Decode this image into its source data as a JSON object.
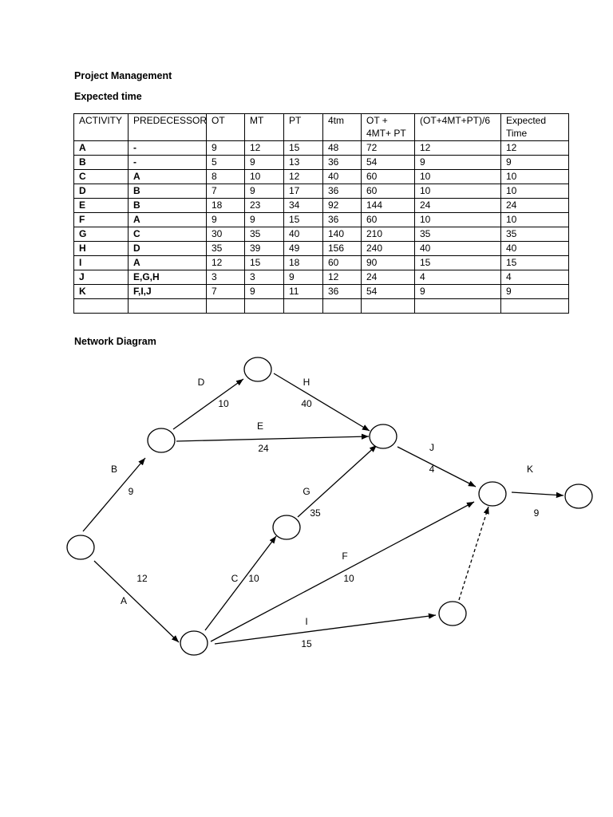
{
  "title": "Project Management",
  "subtitle": "Expected time",
  "table": {
    "headers": [
      "ACTIVITY",
      "PREDECESSOR",
      "OT",
      "MT",
      "PT",
      "4tm",
      "OT +\n4MT+ PT",
      "(OT+4MT+PT)/6",
      "Expected\nTime"
    ],
    "rows": [
      [
        "A",
        "-",
        "9",
        "12",
        "15",
        "48",
        "72",
        "12",
        "12"
      ],
      [
        "B",
        "-",
        "5",
        "9",
        "13",
        "36",
        "54",
        "9",
        "9"
      ],
      [
        "C",
        "A",
        "8",
        "10",
        "12",
        "40",
        "60",
        "10",
        "10"
      ],
      [
        "D",
        "B",
        "7",
        "9",
        "17",
        "36",
        "60",
        "10",
        "10"
      ],
      [
        "E",
        "B",
        "18",
        "23",
        "34",
        "92",
        "144",
        "24",
        "24"
      ],
      [
        "F",
        "A",
        "9",
        "9",
        "15",
        "36",
        "60",
        "10",
        "10"
      ],
      [
        "G",
        "C",
        "30",
        "35",
        "40",
        "140",
        "210",
        "35",
        "35"
      ],
      [
        "H",
        "D",
        "35",
        "39",
        "49",
        "156",
        "240",
        "40",
        "40"
      ],
      [
        "I",
        "A",
        "12",
        "15",
        "18",
        "60",
        "90",
        "15",
        "15"
      ],
      [
        "J",
        "E,G,H",
        "3",
        "3",
        "9",
        "12",
        "24",
        "4",
        "4"
      ],
      [
        "K",
        "F,I,J",
        "7",
        "9",
        "11",
        "36",
        "54",
        "9",
        "9"
      ],
      [
        "",
        "",
        "",
        "",
        "",
        "",
        "",
        "",
        ""
      ]
    ]
  },
  "diagram": {
    "title": "Network Diagram",
    "edges": [
      {
        "id": "A",
        "name": "A",
        "value": "12",
        "from": "n1",
        "to": "n3"
      },
      {
        "id": "B",
        "name": "B",
        "value": "9",
        "from": "n1",
        "to": "n2"
      },
      {
        "id": "C",
        "name": "C",
        "value": "10",
        "from": "n3",
        "to": "n4"
      },
      {
        "id": "D",
        "name": "D",
        "value": "10",
        "from": "n2",
        "to": "n5"
      },
      {
        "id": "E",
        "name": "E",
        "value": "24",
        "from": "n2",
        "to": "n6"
      },
      {
        "id": "F",
        "name": "F",
        "value": "10",
        "from": "n3",
        "to": "n7"
      },
      {
        "id": "G",
        "name": "G",
        "value": "35",
        "from": "n4",
        "to": "n6"
      },
      {
        "id": "H",
        "name": "H",
        "value": "40",
        "from": "n5",
        "to": "n6"
      },
      {
        "id": "I",
        "name": "I",
        "value": "15",
        "from": "n3",
        "to": "n8"
      },
      {
        "id": "J",
        "name": "J",
        "value": "4",
        "from": "n6",
        "to": "n7"
      },
      {
        "id": "K",
        "name": "K",
        "value": "9",
        "from": "n7",
        "to": "n9"
      },
      {
        "id": "dummy",
        "name": "",
        "value": "",
        "from": "n8",
        "to": "n7",
        "dashed": true
      }
    ]
  }
}
